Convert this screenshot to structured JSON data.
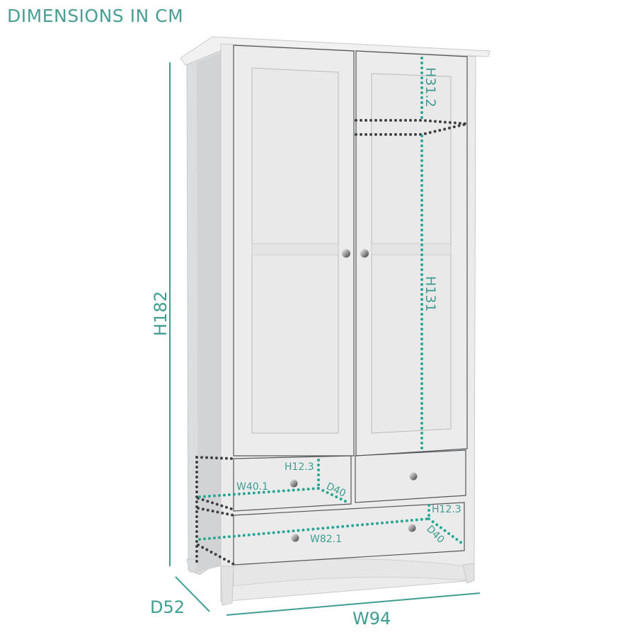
{
  "header": {
    "title": "DIMENSIONS IN CM"
  },
  "colors": {
    "accent": "#3f9d91",
    "dots_teal": "#2aa694",
    "dots_dark": "#3f4244",
    "cabinet": "#ebebec",
    "cabinet_side": "#dedfe0",
    "outline": "#5a5c5e"
  },
  "dimensions": {
    "overall_height": "H182",
    "overall_width": "W94",
    "overall_depth": "D52",
    "upper_shelf_height": "H31.2",
    "hanging_height": "H131",
    "small_drawer": {
      "height": "H12.3",
      "width": "W40.1",
      "depth": "D40"
    },
    "large_drawer": {
      "height": "H12.3",
      "width": "W82.1",
      "depth": "D40"
    }
  },
  "product": {
    "doors": 2,
    "small_drawers": 2,
    "large_drawers": 1,
    "knob-icon": "round-metal-knob"
  }
}
